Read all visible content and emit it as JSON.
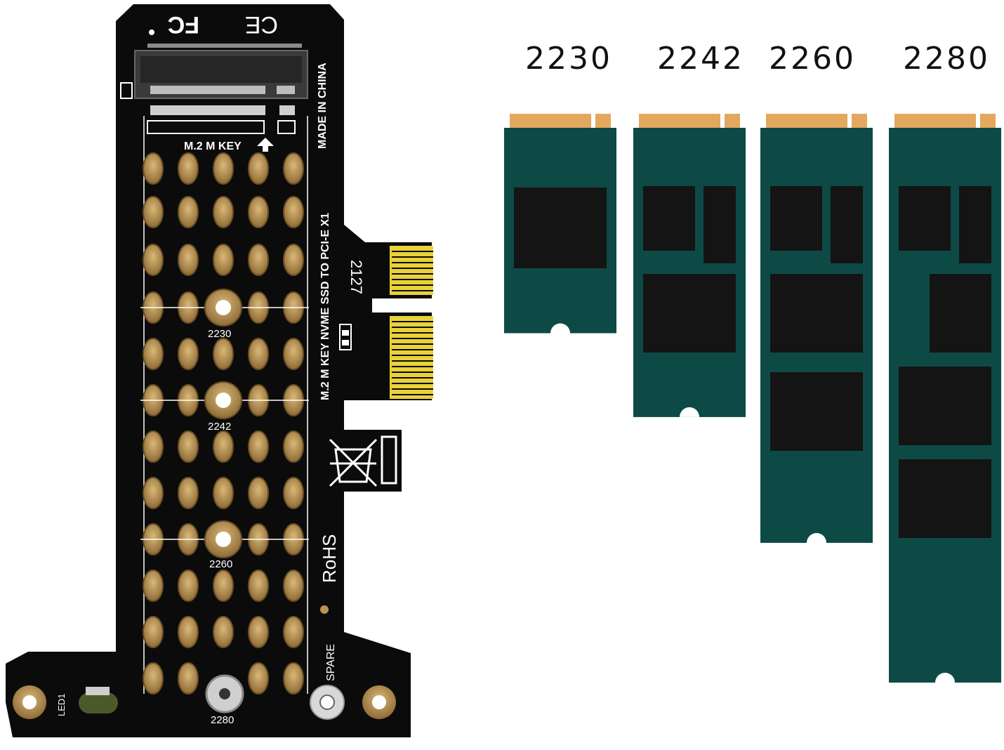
{
  "colors": {
    "pcb": "#0b0b0b",
    "pad_gold": "#b89455",
    "pad_copper": "#8a6a3a",
    "gold_finger": "#e9d23a",
    "ssd_body": "#0d4a46",
    "ssd_contacts": "#e3a75e",
    "chip": "#141414",
    "silkscreen": "#ffffff"
  },
  "ssd_lengths": [
    {
      "label": "2230",
      "length_mm": 30,
      "chips": "one-large"
    },
    {
      "label": "2242",
      "length_mm": 42,
      "chips": "two-small-one-large"
    },
    {
      "label": "2260",
      "length_mm": 60,
      "chips": "two-small-two-large"
    },
    {
      "label": "2280",
      "length_mm": 80,
      "chips": "two-small-three-large"
    }
  ],
  "board": {
    "connector_label": "M.2 M KEY",
    "product_text": "M.2 M KEY NVME SSD TO PCI-E X1",
    "origin_text": "MADE IN CHINA",
    "rohs_text": "RoHS",
    "spare_text": "SPARE",
    "led_text": "LED1",
    "date_code": "2127",
    "fcc_mark": "FC",
    "ce_mark": "CE",
    "mount_labels": [
      "2230",
      "2242",
      "2260",
      "2280"
    ],
    "icons": [
      "fcc-logo-icon",
      "ce-logo-icon",
      "weee-bin-icon",
      "arrow-up-icon"
    ]
  }
}
